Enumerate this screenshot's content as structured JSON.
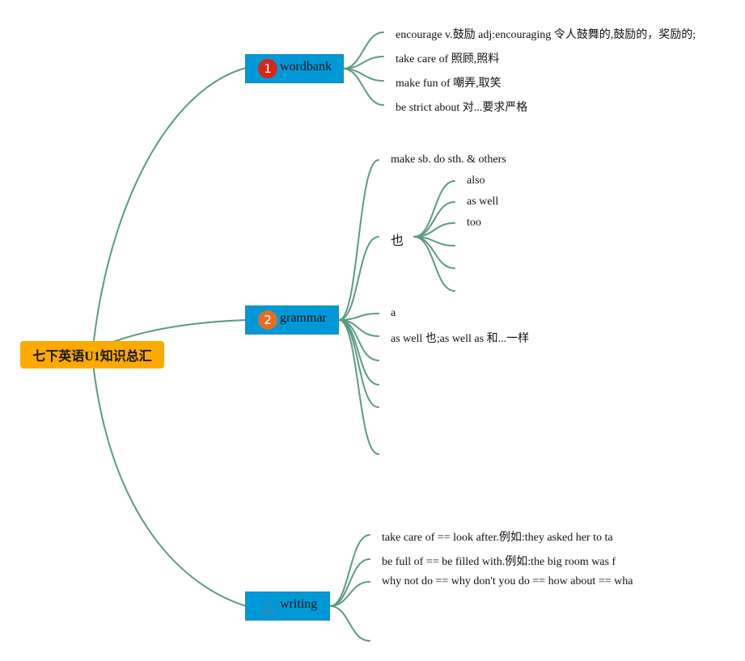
{
  "colors": {
    "root_bg": "#fdaa00",
    "branch_bg": "#0099d8",
    "edge": "#5a9b84",
    "badge_1": "#d6261a",
    "badge_2": "#de6f25",
    "person": "#1f8fc7"
  },
  "root": {
    "label": "七下英语U1知识总汇"
  },
  "branches": {
    "wordbank": {
      "label": "wordbank",
      "badge": "1",
      "items": [
        "encourage v.鼓励 adj:encouraging 令人鼓舞的,鼓励的，奖励的;",
        "take care of 照顾,照料",
        "make fun of 嘲弄,取笑",
        "be strict about 对...要求严格"
      ]
    },
    "grammar": {
      "label": "grammar",
      "badge": "2",
      "item_make": "make sb. do sth. & others",
      "ye": {
        "label": "也",
        "children": [
          "also",
          "as well",
          "too"
        ]
      },
      "item_a": "a",
      "item_aswell": "as well 也;as well as 和...一样"
    },
    "writing": {
      "label": "writing",
      "icon": "person-icon",
      "items": [
        "take care of == look after.例如:they asked her to ta",
        "be full of == be filled with.例如:the big room was f",
        "why not do == why don't you do == how about == wha"
      ]
    }
  }
}
